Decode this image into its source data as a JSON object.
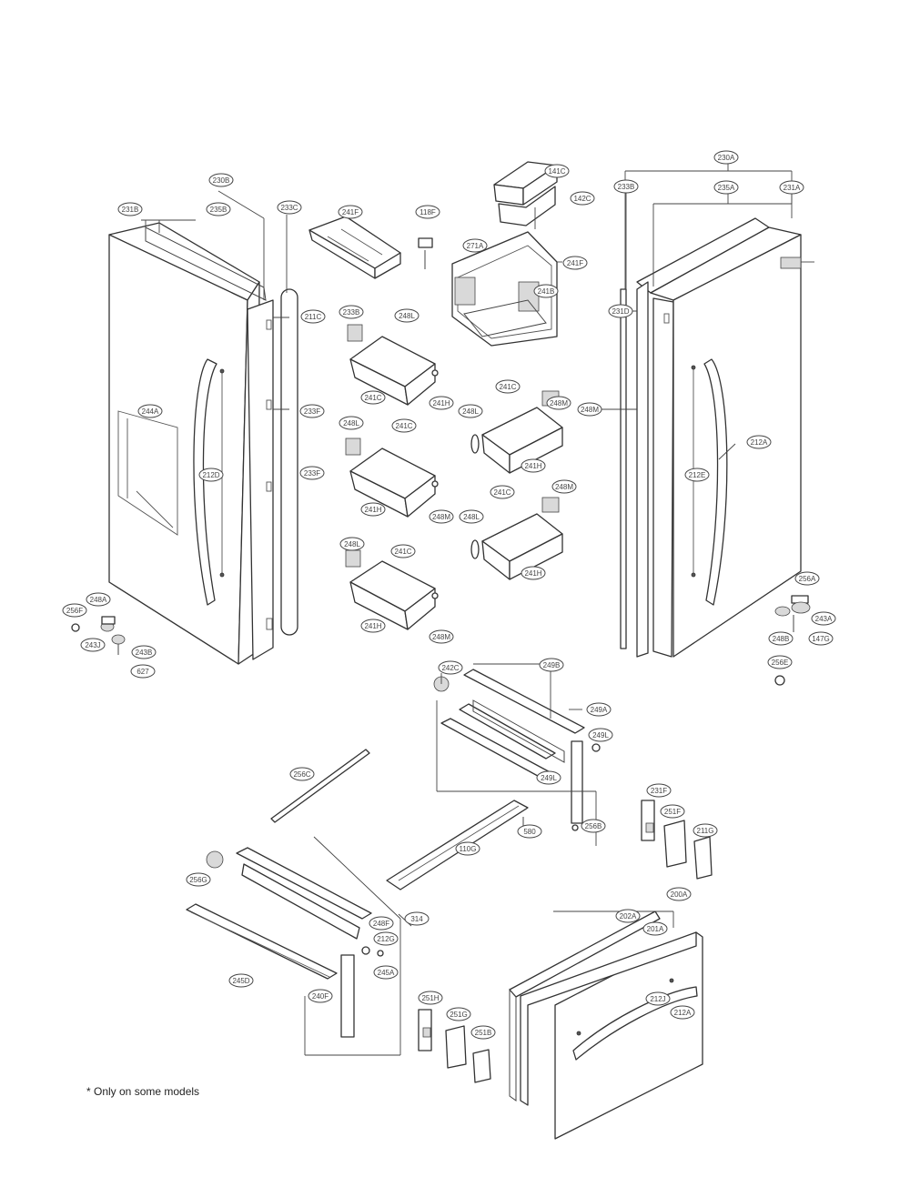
{
  "footnote": "* Only on some models",
  "callouts": [
    {
      "label": "230B"
    },
    {
      "label": "231B"
    },
    {
      "label": "235B"
    },
    {
      "label": "233C"
    },
    {
      "label": "241F"
    },
    {
      "label": "118F"
    },
    {
      "label": "141C"
    },
    {
      "label": "142C"
    },
    {
      "label": "230A"
    },
    {
      "label": "233B"
    },
    {
      "label": "235A"
    },
    {
      "label": "231A"
    },
    {
      "label": "271A"
    },
    {
      "label": "241F"
    },
    {
      "label": "241B"
    },
    {
      "label": "211C"
    },
    {
      "label": "231D"
    },
    {
      "label": "233B"
    },
    {
      "label": "248L"
    },
    {
      "label": "241C"
    },
    {
      "label": "241H"
    },
    {
      "label": "248M"
    },
    {
      "label": "233F"
    },
    {
      "label": "241C"
    },
    {
      "label": "248M"
    },
    {
      "label": "248L"
    },
    {
      "label": "241H"
    },
    {
      "label": "233F"
    },
    {
      "label": "244A"
    },
    {
      "label": "212D"
    },
    {
      "label": "248L"
    },
    {
      "label": "241C"
    },
    {
      "label": "241H"
    },
    {
      "label": "248M"
    },
    {
      "label": "241C"
    },
    {
      "label": "248M"
    },
    {
      "label": "248L"
    },
    {
      "label": "241H"
    },
    {
      "label": "212A"
    },
    {
      "label": "212E"
    },
    {
      "label": "248L"
    },
    {
      "label": "241C"
    },
    {
      "label": "241H"
    },
    {
      "label": "248M"
    },
    {
      "label": "256A"
    },
    {
      "label": "243A"
    },
    {
      "label": "248B"
    },
    {
      "label": "147G"
    },
    {
      "label": "256E"
    },
    {
      "label": "256F"
    },
    {
      "label": "248A"
    },
    {
      "label": "243J"
    },
    {
      "label": "243B"
    },
    {
      "label": "627"
    },
    {
      "label": "256C"
    },
    {
      "label": "242C"
    },
    {
      "label": "249B"
    },
    {
      "label": "249A"
    },
    {
      "label": "249L"
    },
    {
      "label": "249L"
    },
    {
      "label": "256B"
    },
    {
      "label": "580"
    },
    {
      "label": "110G"
    },
    {
      "label": "231F"
    },
    {
      "label": "251F"
    },
    {
      "label": "211G"
    },
    {
      "label": "256G"
    },
    {
      "label": "248F"
    },
    {
      "label": "212G"
    },
    {
      "label": "314"
    },
    {
      "label": "245A"
    },
    {
      "label": "245D"
    },
    {
      "label": "240F"
    },
    {
      "label": "200A"
    },
    {
      "label": "202A"
    },
    {
      "label": "201A"
    },
    {
      "label": "212J"
    },
    {
      "label": "212A"
    },
    {
      "label": "251H"
    },
    {
      "label": "251G"
    },
    {
      "label": "251B"
    }
  ]
}
